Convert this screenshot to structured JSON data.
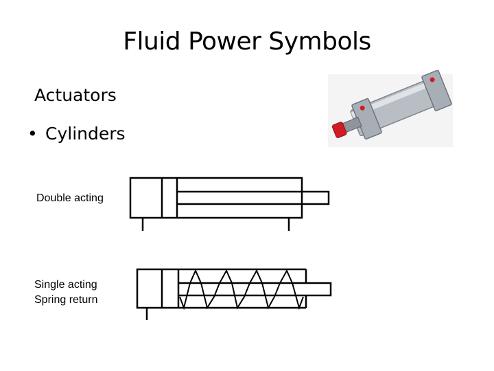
{
  "slide": {
    "title": "Fluid Power Symbols",
    "section": "Actuators",
    "bullet_marker": "•",
    "bullet_text": "Cylinders"
  },
  "symbols": {
    "double_acting_label": "Double acting",
    "single_acting_label_line1": "Single acting",
    "single_acting_label_line2": "Spring return"
  },
  "colors": {
    "stroke": "#000000",
    "cylinder_body": "#b9bec4",
    "cylinder_dark": "#7d848c",
    "cap_red": "#d01c24"
  }
}
